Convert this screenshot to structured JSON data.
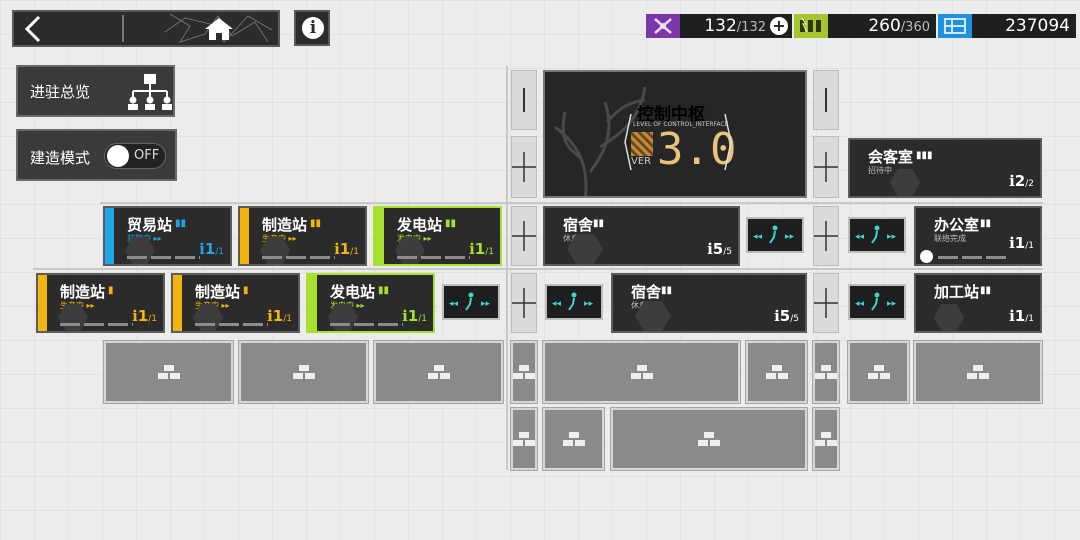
{
  "header": {
    "back_label": "<",
    "info_label": "i",
    "resources": [
      {
        "icon": "drone-icon",
        "color": "#7a37a8",
        "current": "132",
        "max": "/132"
      },
      {
        "icon": "battery-icon",
        "color": "#a7c52f",
        "current": "260",
        "max": "/360"
      },
      {
        "icon": "materials-icon",
        "color": "#1f8fe0",
        "current": "237094",
        "max": ""
      }
    ]
  },
  "left_panel": {
    "overview_label": "进驻总览",
    "build_mode_label": "建造模式",
    "build_mode_toggle": "OFF"
  },
  "control_center": {
    "title": "控制中枢",
    "subtitle": "LEVEL OF CONTROL_INTERFACE",
    "version_prefix": "VER",
    "version": "3.0"
  },
  "rooms": {
    "reception": {
      "name": "会客室",
      "status": "招待中",
      "count": "2",
      "cap": "/2"
    },
    "trade": {
      "name": "贸易站",
      "status": "获取中 ▸▸",
      "count": "1",
      "cap": "/1",
      "color": "#1fa6e6"
    },
    "factory_a": {
      "name": "制造站",
      "status": "生产中 ▸▸",
      "count": "1",
      "cap": "/1",
      "color": "#f2b40f"
    },
    "power_a": {
      "name": "发电站",
      "status": "发电中 ▸▸",
      "count": "1",
      "cap": "/1",
      "color": "#a7e02f"
    },
    "dorm_a": {
      "name": "宿舍",
      "status": "休息中",
      "count": "5",
      "cap": "/5"
    },
    "office": {
      "name": "办公室",
      "status": "联络完成",
      "count": "1",
      "cap": "/1"
    },
    "factory_b": {
      "name": "制造站",
      "status": "生产中 ▸▸",
      "count": "1",
      "cap": "/1",
      "color": "#f2b40f"
    },
    "factory_c": {
      "name": "制造站",
      "status": "生产中 ▸▸",
      "count": "1",
      "cap": "/1",
      "color": "#f2b40f"
    },
    "power_b": {
      "name": "发电站",
      "status": "发电中 ▸▸",
      "count": "1",
      "cap": "/1",
      "color": "#a7e02f"
    },
    "dorm_b": {
      "name": "宿舍",
      "status": "休息中",
      "count": "5",
      "cap": "/5"
    },
    "workshop": {
      "name": "加工站",
      "status": "",
      "count": "1",
      "cap": "/1"
    }
  },
  "counter_icon": "operator-icon",
  "corridor_icon": "running-man-icon",
  "slot_icon": "gold-bars-icon",
  "ladder_icon": "crosshair-icon"
}
